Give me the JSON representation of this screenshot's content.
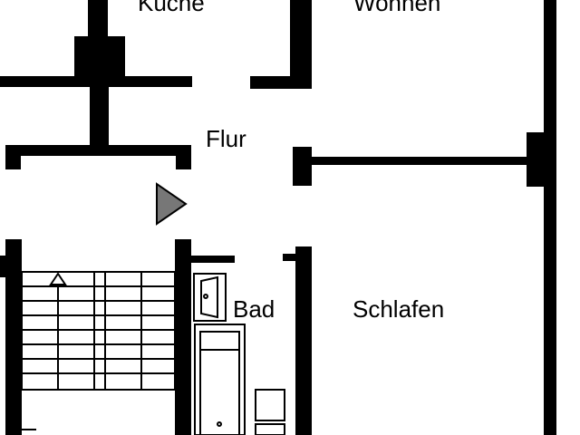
{
  "colors": {
    "wall": "#000000",
    "background": "#ffffff",
    "entrance_marker": "#777777"
  },
  "rooms": {
    "kueche": "Küche",
    "wohnen": "Wohnen",
    "flur": "Flur",
    "bad": "Bad",
    "schlafen": "Schlafen"
  },
  "icons": {
    "entrance": "entrance-arrow-icon",
    "stairs": "stair-direction-icon"
  }
}
